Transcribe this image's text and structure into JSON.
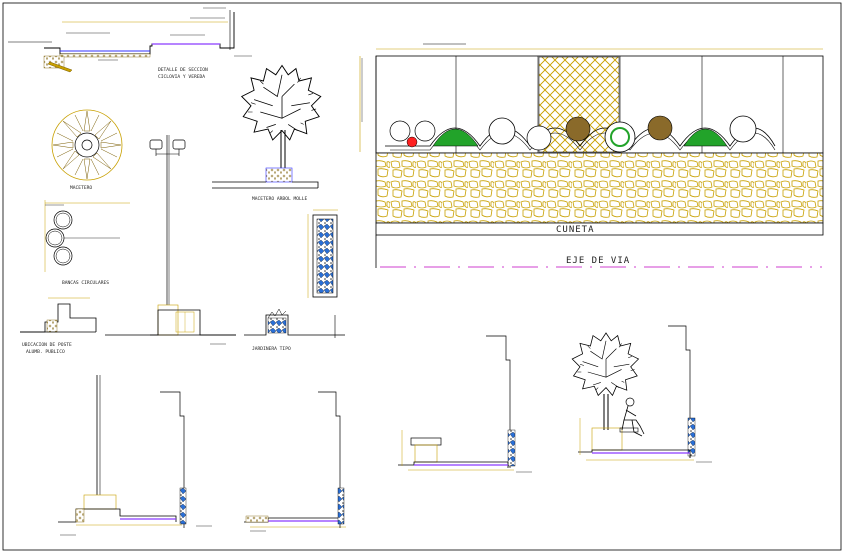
{
  "drawing": {
    "background": "#ffffff",
    "colors": {
      "line": "#000000",
      "dim": "#c8a000",
      "ground": "#7a5c00",
      "water": "#3030ff",
      "plant": "#22a32a",
      "wood": "#8a6a2a",
      "road_dash": "#c000c0"
    }
  },
  "labels": {
    "section_title_1": "DETALLE DE SECCION",
    "section_title_2": "CICLOVIA Y VEREDA",
    "maceta_label": "MACETERO",
    "arbol_label": "MACETERO ARBOL MOLLE",
    "bancas_label": "BANCAS CIRCULARES",
    "poste_label_1": "UBICACION DE POSTE",
    "poste_label_2": "ALUMB. PUBLICO",
    "jardinera_label": "JARDINERA TIPO",
    "cuneta": "CUNETA",
    "eje_de_via": "EJE DE VIA"
  },
  "icons": [
    "tree-icon",
    "planter-top-icon",
    "lamp-post-icon",
    "bench-circles-icon",
    "seated-person-icon"
  ]
}
